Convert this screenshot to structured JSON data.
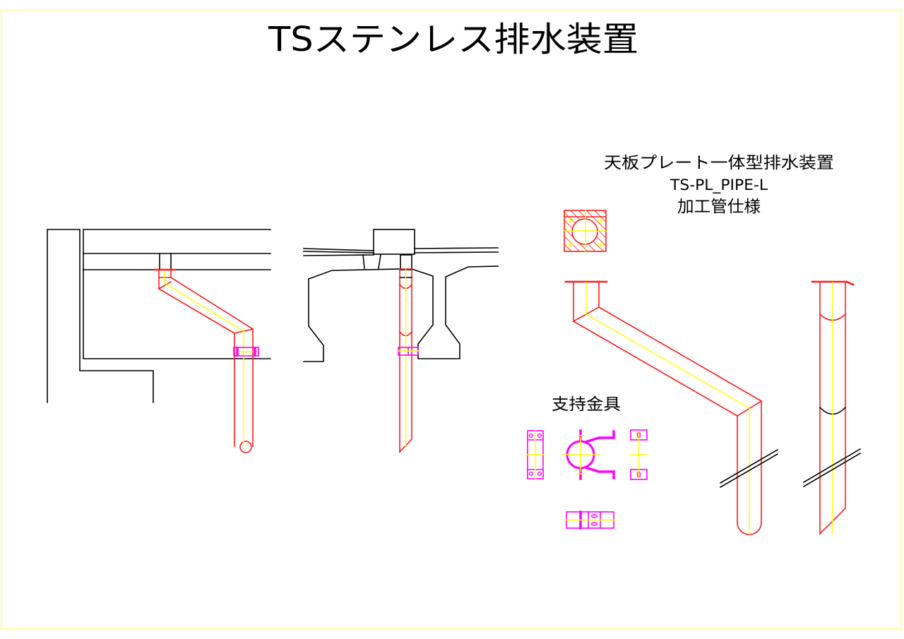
{
  "drawing": {
    "title": "TSステンレス排水装置",
    "product": {
      "name": "天板プレート一体型排水装置",
      "model": "TS-PL_PIPE-L",
      "spec": "加工管仕様"
    },
    "bracket_label": "支持金具"
  },
  "colors": {
    "frame": "#ffff66",
    "structure": "#000000",
    "pipe": "#ff1a1a",
    "centerline": "#ffff00",
    "bracket": "#ff00ff"
  },
  "views": [
    {
      "id": "side-section",
      "description": "girder side section with offset drain pipe"
    },
    {
      "id": "front-section",
      "description": "deck slab cross-section with vertical drain pipe"
    },
    {
      "id": "top-plate-plan",
      "description": "top plate plan, hatched"
    },
    {
      "id": "pipe-elevation-bent",
      "description": "bent processed pipe elevation"
    },
    {
      "id": "pipe-elevation-straight",
      "description": "straight pipe side elevation"
    },
    {
      "id": "support-bracket",
      "description": "support bracket views"
    }
  ]
}
